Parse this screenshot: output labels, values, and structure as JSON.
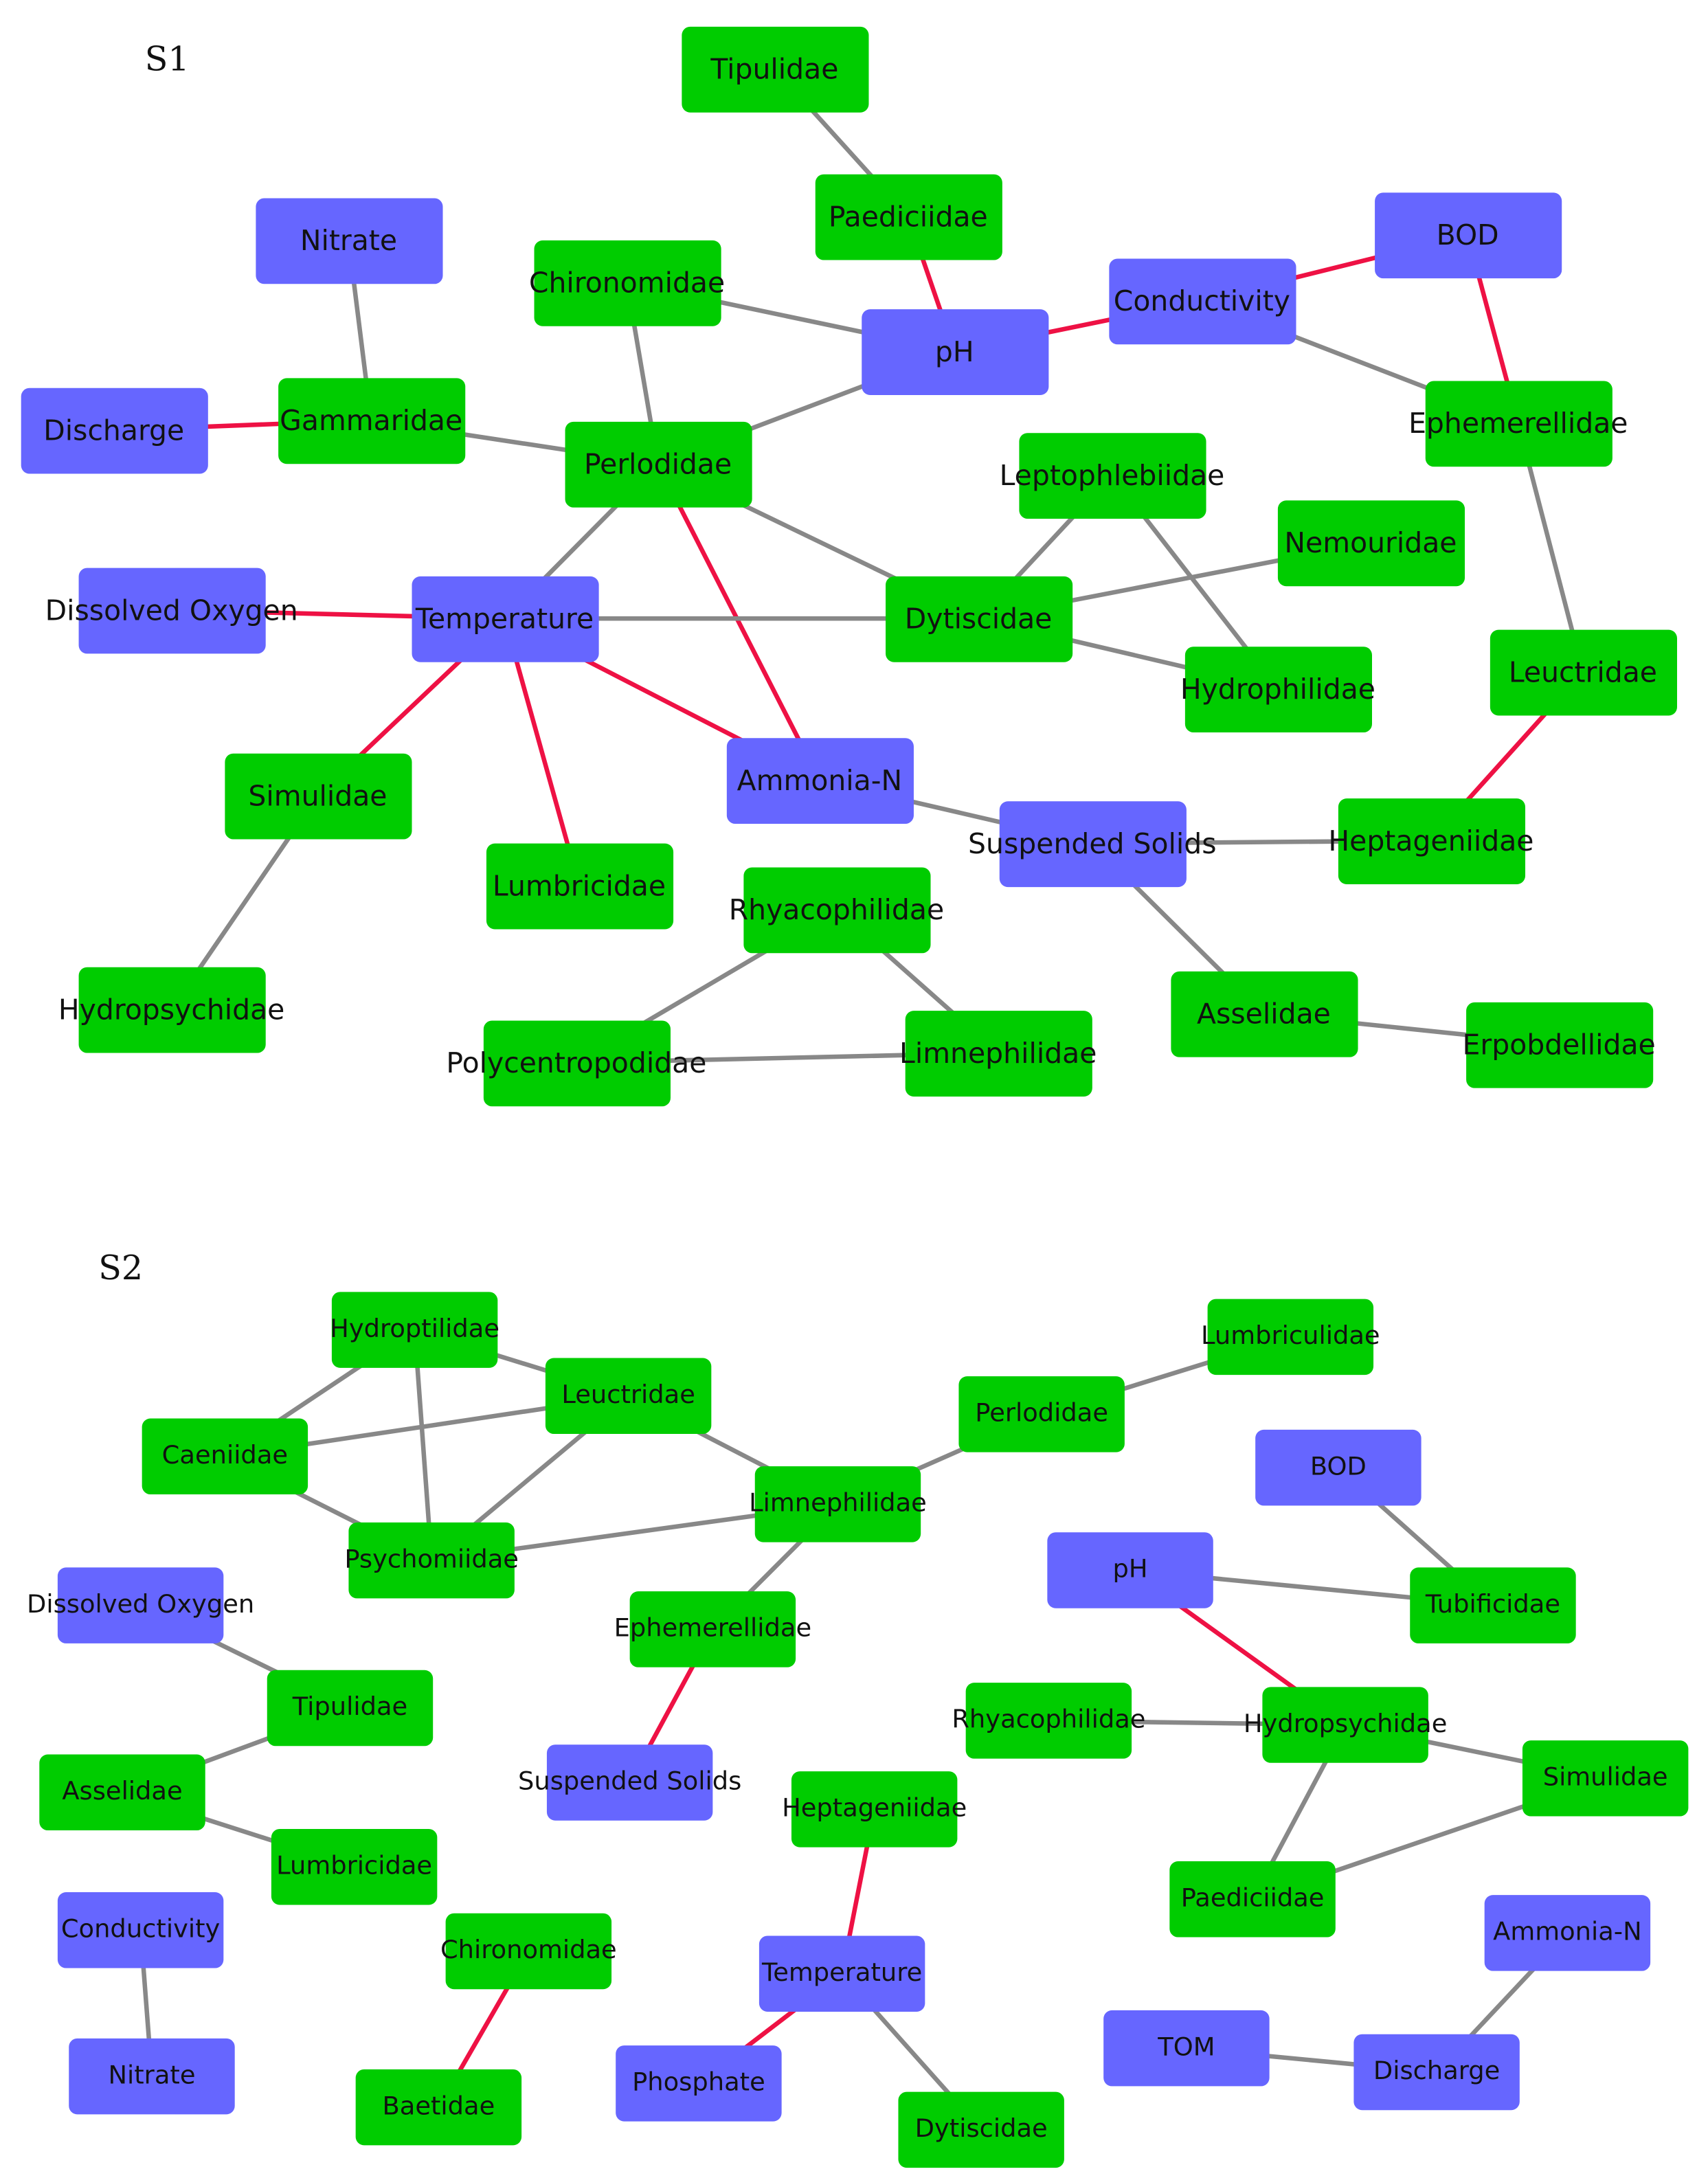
{
  "colors": {
    "variable_node": "#6666ff",
    "taxon_node": "#00cc00",
    "positive_edge": "#888888",
    "negative_edge": "#ee1144"
  },
  "panels": [
    {
      "label": "S1",
      "nodes": [
        {
          "id": "tipulidae",
          "label": "Tipulidae",
          "kind": "taxon"
        },
        {
          "id": "paediciidae",
          "label": "Paediciidae",
          "kind": "taxon"
        },
        {
          "id": "nitrate",
          "label": "Nitrate",
          "kind": "variable"
        },
        {
          "id": "bod",
          "label": "BOD",
          "kind": "variable"
        },
        {
          "id": "chironomidae",
          "label": "Chironomidae",
          "kind": "taxon"
        },
        {
          "id": "conductivity",
          "label": "Conductivity",
          "kind": "variable"
        },
        {
          "id": "ph",
          "label": "pH",
          "kind": "variable"
        },
        {
          "id": "gammaridae",
          "label": "Gammaridae",
          "kind": "taxon"
        },
        {
          "id": "discharge",
          "label": "Discharge",
          "kind": "variable"
        },
        {
          "id": "perlodidae",
          "label": "Perlodidae",
          "kind": "taxon"
        },
        {
          "id": "ephemerellidae",
          "label": "Ephemerellidae",
          "kind": "taxon"
        },
        {
          "id": "leptophlebiidae",
          "label": "Leptophlebiidae",
          "kind": "taxon"
        },
        {
          "id": "nemouridae",
          "label": "Nemouridae",
          "kind": "taxon"
        },
        {
          "id": "dissolved_oxygen",
          "label": "Dissolved Oxygen",
          "kind": "variable"
        },
        {
          "id": "temperature",
          "label": "Temperature",
          "kind": "variable"
        },
        {
          "id": "dytiscidae",
          "label": "Dytiscidae",
          "kind": "taxon"
        },
        {
          "id": "hydrophilidae",
          "label": "Hydrophilidae",
          "kind": "taxon"
        },
        {
          "id": "leuctridae",
          "label": "Leuctridae",
          "kind": "taxon"
        },
        {
          "id": "simulidae",
          "label": "Simulidae",
          "kind": "taxon"
        },
        {
          "id": "ammonia_n",
          "label": "Ammonia-N",
          "kind": "variable"
        },
        {
          "id": "suspended_solids",
          "label": "Suspended Solids",
          "kind": "variable"
        },
        {
          "id": "heptageniidae",
          "label": "Heptageniidae",
          "kind": "taxon"
        },
        {
          "id": "lumbricidae",
          "label": "Lumbricidae",
          "kind": "taxon"
        },
        {
          "id": "rhyacophilidae",
          "label": "Rhyacophilidae",
          "kind": "taxon"
        },
        {
          "id": "hydropsychidae",
          "label": "Hydropsychidae",
          "kind": "taxon"
        },
        {
          "id": "asselidae",
          "label": "Asselidae",
          "kind": "taxon"
        },
        {
          "id": "limnephilidae",
          "label": "Limnephilidae",
          "kind": "taxon"
        },
        {
          "id": "erpobdellidae",
          "label": "Erpobdellidae",
          "kind": "taxon"
        },
        {
          "id": "polycentropodidae",
          "label": "Polycentropodidae",
          "kind": "taxon"
        }
      ],
      "edges": [
        {
          "from": "tipulidae",
          "to": "paediciidae",
          "sign": "positive"
        },
        {
          "from": "paediciidae",
          "to": "ph",
          "sign": "negative"
        },
        {
          "from": "nitrate",
          "to": "gammaridae",
          "sign": "positive"
        },
        {
          "from": "discharge",
          "to": "gammaridae",
          "sign": "negative"
        },
        {
          "from": "gammaridae",
          "to": "perlodidae",
          "sign": "positive"
        },
        {
          "from": "chironomidae",
          "to": "ph",
          "sign": "positive"
        },
        {
          "from": "chironomidae",
          "to": "perlodidae",
          "sign": "positive"
        },
        {
          "from": "ph",
          "to": "perlodidae",
          "sign": "positive"
        },
        {
          "from": "ph",
          "to": "conductivity",
          "sign": "negative"
        },
        {
          "from": "conductivity",
          "to": "bod",
          "sign": "negative"
        },
        {
          "from": "conductivity",
          "to": "ephemerellidae",
          "sign": "positive"
        },
        {
          "from": "bod",
          "to": "ephemerellidae",
          "sign": "negative"
        },
        {
          "from": "ephemerellidae",
          "to": "leuctridae",
          "sign": "positive"
        },
        {
          "from": "leuctridae",
          "to": "heptageniidae",
          "sign": "negative"
        },
        {
          "from": "perlodidae",
          "to": "temperature",
          "sign": "positive"
        },
        {
          "from": "perlodidae",
          "to": "dytiscidae",
          "sign": "positive"
        },
        {
          "from": "perlodidae",
          "to": "ammonia_n",
          "sign": "negative"
        },
        {
          "from": "dissolved_oxygen",
          "to": "temperature",
          "sign": "negative"
        },
        {
          "from": "temperature",
          "to": "dytiscidae",
          "sign": "positive"
        },
        {
          "from": "temperature",
          "to": "ammonia_n",
          "sign": "negative"
        },
        {
          "from": "temperature",
          "to": "simulidae",
          "sign": "negative"
        },
        {
          "from": "temperature",
          "to": "lumbricidae",
          "sign": "negative"
        },
        {
          "from": "leptophlebiidae",
          "to": "dytiscidae",
          "sign": "positive"
        },
        {
          "from": "leptophlebiidae",
          "to": "hydrophilidae",
          "sign": "positive"
        },
        {
          "from": "dytiscidae",
          "to": "nemouridae",
          "sign": "positive"
        },
        {
          "from": "dytiscidae",
          "to": "hydrophilidae",
          "sign": "positive"
        },
        {
          "from": "simulidae",
          "to": "hydropsychidae",
          "sign": "positive"
        },
        {
          "from": "ammonia_n",
          "to": "suspended_solids",
          "sign": "positive"
        },
        {
          "from": "suspended_solids",
          "to": "heptageniidae",
          "sign": "positive"
        },
        {
          "from": "suspended_solids",
          "to": "asselidae",
          "sign": "positive"
        },
        {
          "from": "asselidae",
          "to": "erpobdellidae",
          "sign": "positive"
        },
        {
          "from": "rhyacophilidae",
          "to": "polycentropodidae",
          "sign": "positive"
        },
        {
          "from": "rhyacophilidae",
          "to": "limnephilidae",
          "sign": "positive"
        },
        {
          "from": "polycentropodidae",
          "to": "limnephilidae",
          "sign": "positive"
        }
      ]
    },
    {
      "label": "S2",
      "nodes": [
        {
          "id": "hydroptilidae",
          "label": "Hydroptilidae",
          "kind": "taxon"
        },
        {
          "id": "lumbriculidae",
          "label": "Lumbriculidae",
          "kind": "taxon"
        },
        {
          "id": "leuctridae",
          "label": "Leuctridae",
          "kind": "taxon"
        },
        {
          "id": "perlodidae",
          "label": "Perlodidae",
          "kind": "taxon"
        },
        {
          "id": "caeniidae",
          "label": "Caeniidae",
          "kind": "taxon"
        },
        {
          "id": "bod",
          "label": "BOD",
          "kind": "variable"
        },
        {
          "id": "limnephilidae",
          "label": "Limnephilidae",
          "kind": "taxon"
        },
        {
          "id": "psychomiidae",
          "label": "Psychomiidae",
          "kind": "taxon"
        },
        {
          "id": "ph",
          "label": "pH",
          "kind": "variable"
        },
        {
          "id": "dissolved_oxygen",
          "label": "Dissolved Oxygen",
          "kind": "variable"
        },
        {
          "id": "tubificidae",
          "label": "Tubificidae",
          "kind": "taxon"
        },
        {
          "id": "ephemerellidae",
          "label": "Ephemerellidae",
          "kind": "taxon"
        },
        {
          "id": "tipulidae",
          "label": "Tipulidae",
          "kind": "taxon"
        },
        {
          "id": "rhyacophilidae",
          "label": "Rhyacophilidae",
          "kind": "taxon"
        },
        {
          "id": "hydropsychidae",
          "label": "Hydropsychidae",
          "kind": "taxon"
        },
        {
          "id": "asselidae",
          "label": "Asselidae",
          "kind": "taxon"
        },
        {
          "id": "suspended_solids",
          "label": "Suspended Solids",
          "kind": "variable"
        },
        {
          "id": "simulidae",
          "label": "Simulidae",
          "kind": "taxon"
        },
        {
          "id": "heptageniidae",
          "label": "Heptageniidae",
          "kind": "taxon"
        },
        {
          "id": "lumbricidae",
          "label": "Lumbricidae",
          "kind": "taxon"
        },
        {
          "id": "paediciidae",
          "label": "Paediciidae",
          "kind": "taxon"
        },
        {
          "id": "conductivity",
          "label": "Conductivity",
          "kind": "variable"
        },
        {
          "id": "chironomidae",
          "label": "Chironomidae",
          "kind": "taxon"
        },
        {
          "id": "ammonia_n",
          "label": "Ammonia-N",
          "kind": "variable"
        },
        {
          "id": "temperature",
          "label": "Temperature",
          "kind": "variable"
        },
        {
          "id": "tom",
          "label": "TOM",
          "kind": "variable"
        },
        {
          "id": "nitrate",
          "label": "Nitrate",
          "kind": "variable"
        },
        {
          "id": "discharge",
          "label": "Discharge",
          "kind": "variable"
        },
        {
          "id": "phosphate",
          "label": "Phosphate",
          "kind": "variable"
        },
        {
          "id": "baetidae",
          "label": "Baetidae",
          "kind": "taxon"
        },
        {
          "id": "dytiscidae",
          "label": "Dytiscidae",
          "kind": "taxon"
        }
      ],
      "edges": [
        {
          "from": "hydroptilidae",
          "to": "leuctridae",
          "sign": "positive"
        },
        {
          "from": "hydroptilidae",
          "to": "caeniidae",
          "sign": "positive"
        },
        {
          "from": "hydroptilidae",
          "to": "psychomiidae",
          "sign": "positive"
        },
        {
          "from": "caeniidae",
          "to": "leuctridae",
          "sign": "positive"
        },
        {
          "from": "caeniidae",
          "to": "psychomiidae",
          "sign": "positive"
        },
        {
          "from": "leuctridae",
          "to": "psychomiidae",
          "sign": "positive"
        },
        {
          "from": "leuctridae",
          "to": "limnephilidae",
          "sign": "positive"
        },
        {
          "from": "psychomiidae",
          "to": "limnephilidae",
          "sign": "positive"
        },
        {
          "from": "limnephilidae",
          "to": "perlodidae",
          "sign": "positive"
        },
        {
          "from": "perlodidae",
          "to": "lumbriculidae",
          "sign": "positive"
        },
        {
          "from": "limnephilidae",
          "to": "ephemerellidae",
          "sign": "positive"
        },
        {
          "from": "ephemerellidae",
          "to": "suspended_solids",
          "sign": "negative"
        },
        {
          "from": "bod",
          "to": "tubificidae",
          "sign": "positive"
        },
        {
          "from": "ph",
          "to": "tubificidae",
          "sign": "positive"
        },
        {
          "from": "ph",
          "to": "hydropsychidae",
          "sign": "negative"
        },
        {
          "from": "rhyacophilidae",
          "to": "hydropsychidae",
          "sign": "positive"
        },
        {
          "from": "hydropsychidae",
          "to": "simulidae",
          "sign": "positive"
        },
        {
          "from": "hydropsychidae",
          "to": "paediciidae",
          "sign": "positive"
        },
        {
          "from": "simulidae",
          "to": "paediciidae",
          "sign": "positive"
        },
        {
          "from": "dissolved_oxygen",
          "to": "tipulidae",
          "sign": "positive"
        },
        {
          "from": "tipulidae",
          "to": "asselidae",
          "sign": "positive"
        },
        {
          "from": "asselidae",
          "to": "lumbricidae",
          "sign": "positive"
        },
        {
          "from": "conductivity",
          "to": "nitrate",
          "sign": "positive"
        },
        {
          "from": "chironomidae",
          "to": "baetidae",
          "sign": "negative"
        },
        {
          "from": "heptageniidae",
          "to": "temperature",
          "sign": "negative"
        },
        {
          "from": "temperature",
          "to": "phosphate",
          "sign": "negative"
        },
        {
          "from": "temperature",
          "to": "dytiscidae",
          "sign": "positive"
        },
        {
          "from": "ammonia_n",
          "to": "discharge",
          "sign": "positive"
        },
        {
          "from": "tom",
          "to": "discharge",
          "sign": "positive"
        }
      ]
    }
  ]
}
